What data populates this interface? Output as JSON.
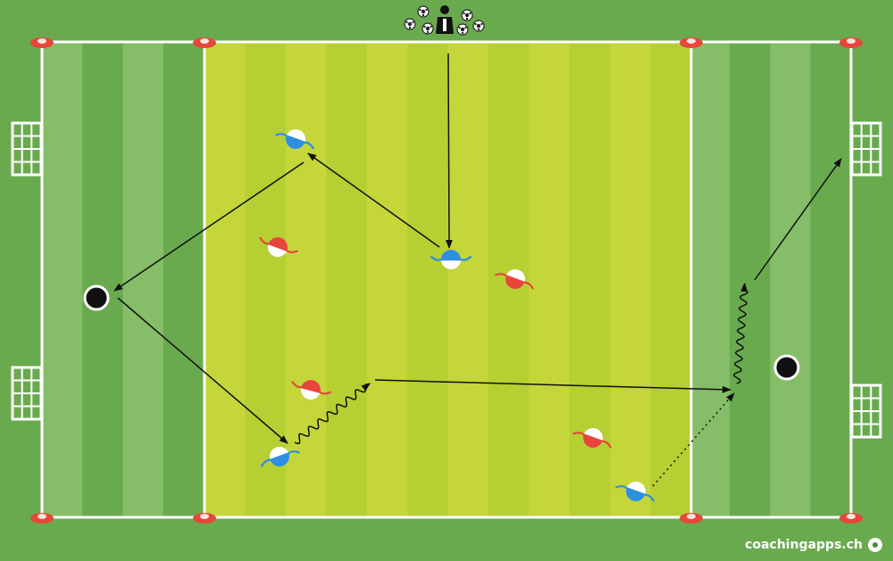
{
  "brand": {
    "text": "coachingapps.ch",
    "icon": "soccer-ball-icon"
  },
  "colors": {
    "grass_outer": "#6aaa4f",
    "stripe_dark": "#6aaa4f",
    "stripe_light": "#86bd68",
    "zone_a": "#c4d63a",
    "zone_b": "#b6cf33",
    "line": "#ffffff",
    "cone": "#e8463a",
    "team_blue": "#2e8fe0",
    "team_red": "#e8463a",
    "arrow": "#111111"
  },
  "elements": {
    "coach": "coach-icon",
    "ball_pile": "ball-pile-icon",
    "cones": "cone-icon",
    "goals": "mini-goal-icon",
    "target_markers": "black-target-dot-icon",
    "blue_players": "blue-player-icon",
    "red_players": "red-player-icon",
    "pass_arrows": "pass-arrow",
    "dribble_arrows": "dribble-arrow",
    "run_arrows": "run-arrow"
  }
}
